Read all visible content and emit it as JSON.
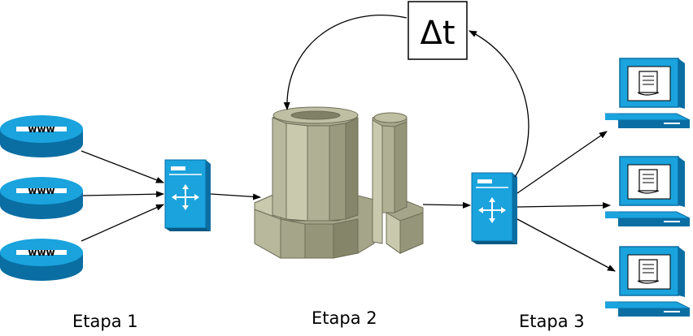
{
  "labels": {
    "stage1": "Etapa 1",
    "stage2": "Etapa 2",
    "stage3": "Etapa 3",
    "delta_t": "Δt",
    "www": "www"
  },
  "colors": {
    "cisco_blue": "#1aa3dd",
    "cisco_dark": "#0a6ea3",
    "supercomputer_light": "#c9c9ad",
    "supercomputer_mid": "#a5a58a",
    "supercomputer_dark": "#808066",
    "arrow": "#000000"
  },
  "icons": {
    "www_routers": [
      "www-router-icon",
      "www-router-icon",
      "www-router-icon"
    ],
    "switches": [
      "layer3-switch-icon",
      "layer3-switch-icon"
    ],
    "storage": "supercomputer-icon",
    "workstations": [
      "workstation-icon",
      "workstation-icon",
      "workstation-icon"
    ]
  }
}
